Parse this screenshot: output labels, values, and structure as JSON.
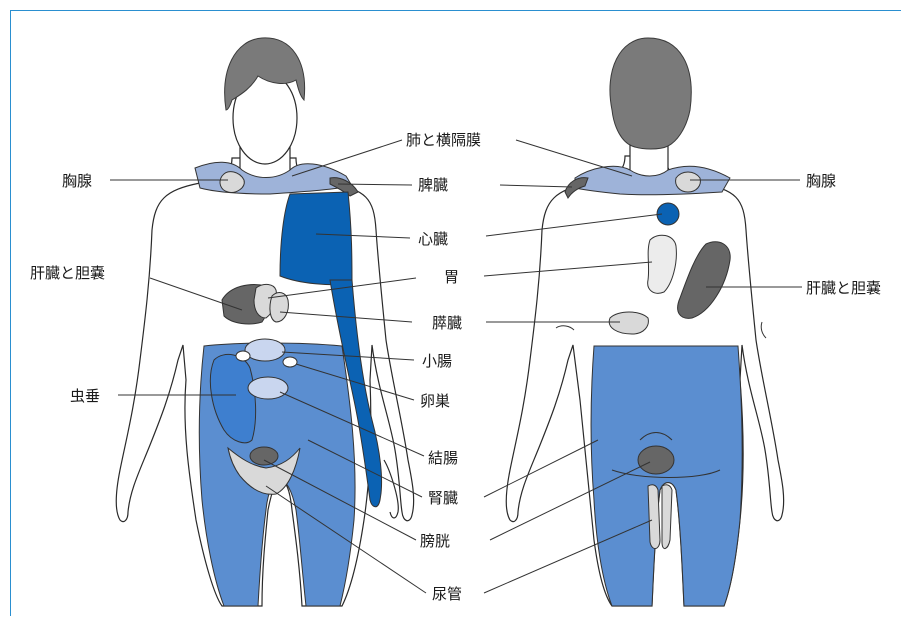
{
  "colors": {
    "light_blue": "#9eb3d9",
    "mid_blue": "#5b8ed0",
    "dark_blue": "#0b62b3",
    "dark_gray": "#666666",
    "light_gray": "#d9d9d9",
    "pale_blue": "#c9d6ef",
    "frame": "#2a8fd0"
  },
  "figures": {
    "front": {
      "name": "front-view"
    },
    "back": {
      "name": "back-view"
    }
  },
  "labels": {
    "thymus_left": "胸腺",
    "lung_diaphragm": "肺と横隔膜",
    "spleen_front": "脾臓",
    "heart": "心臓",
    "liver_gb_left": "肝臓と胆嚢",
    "stomach": "胃",
    "pancreas": "膵臓",
    "small_intestine": "小腸",
    "appendix": "虫垂",
    "ovary": "卵巣",
    "colon": "結腸",
    "kidney": "腎臓",
    "bladder": "膀胱",
    "ureter": "尿管",
    "spleen_back": "脾臓",
    "thymus_right": "胸腺",
    "liver_gb_right": "肝臓と胆嚢"
  }
}
